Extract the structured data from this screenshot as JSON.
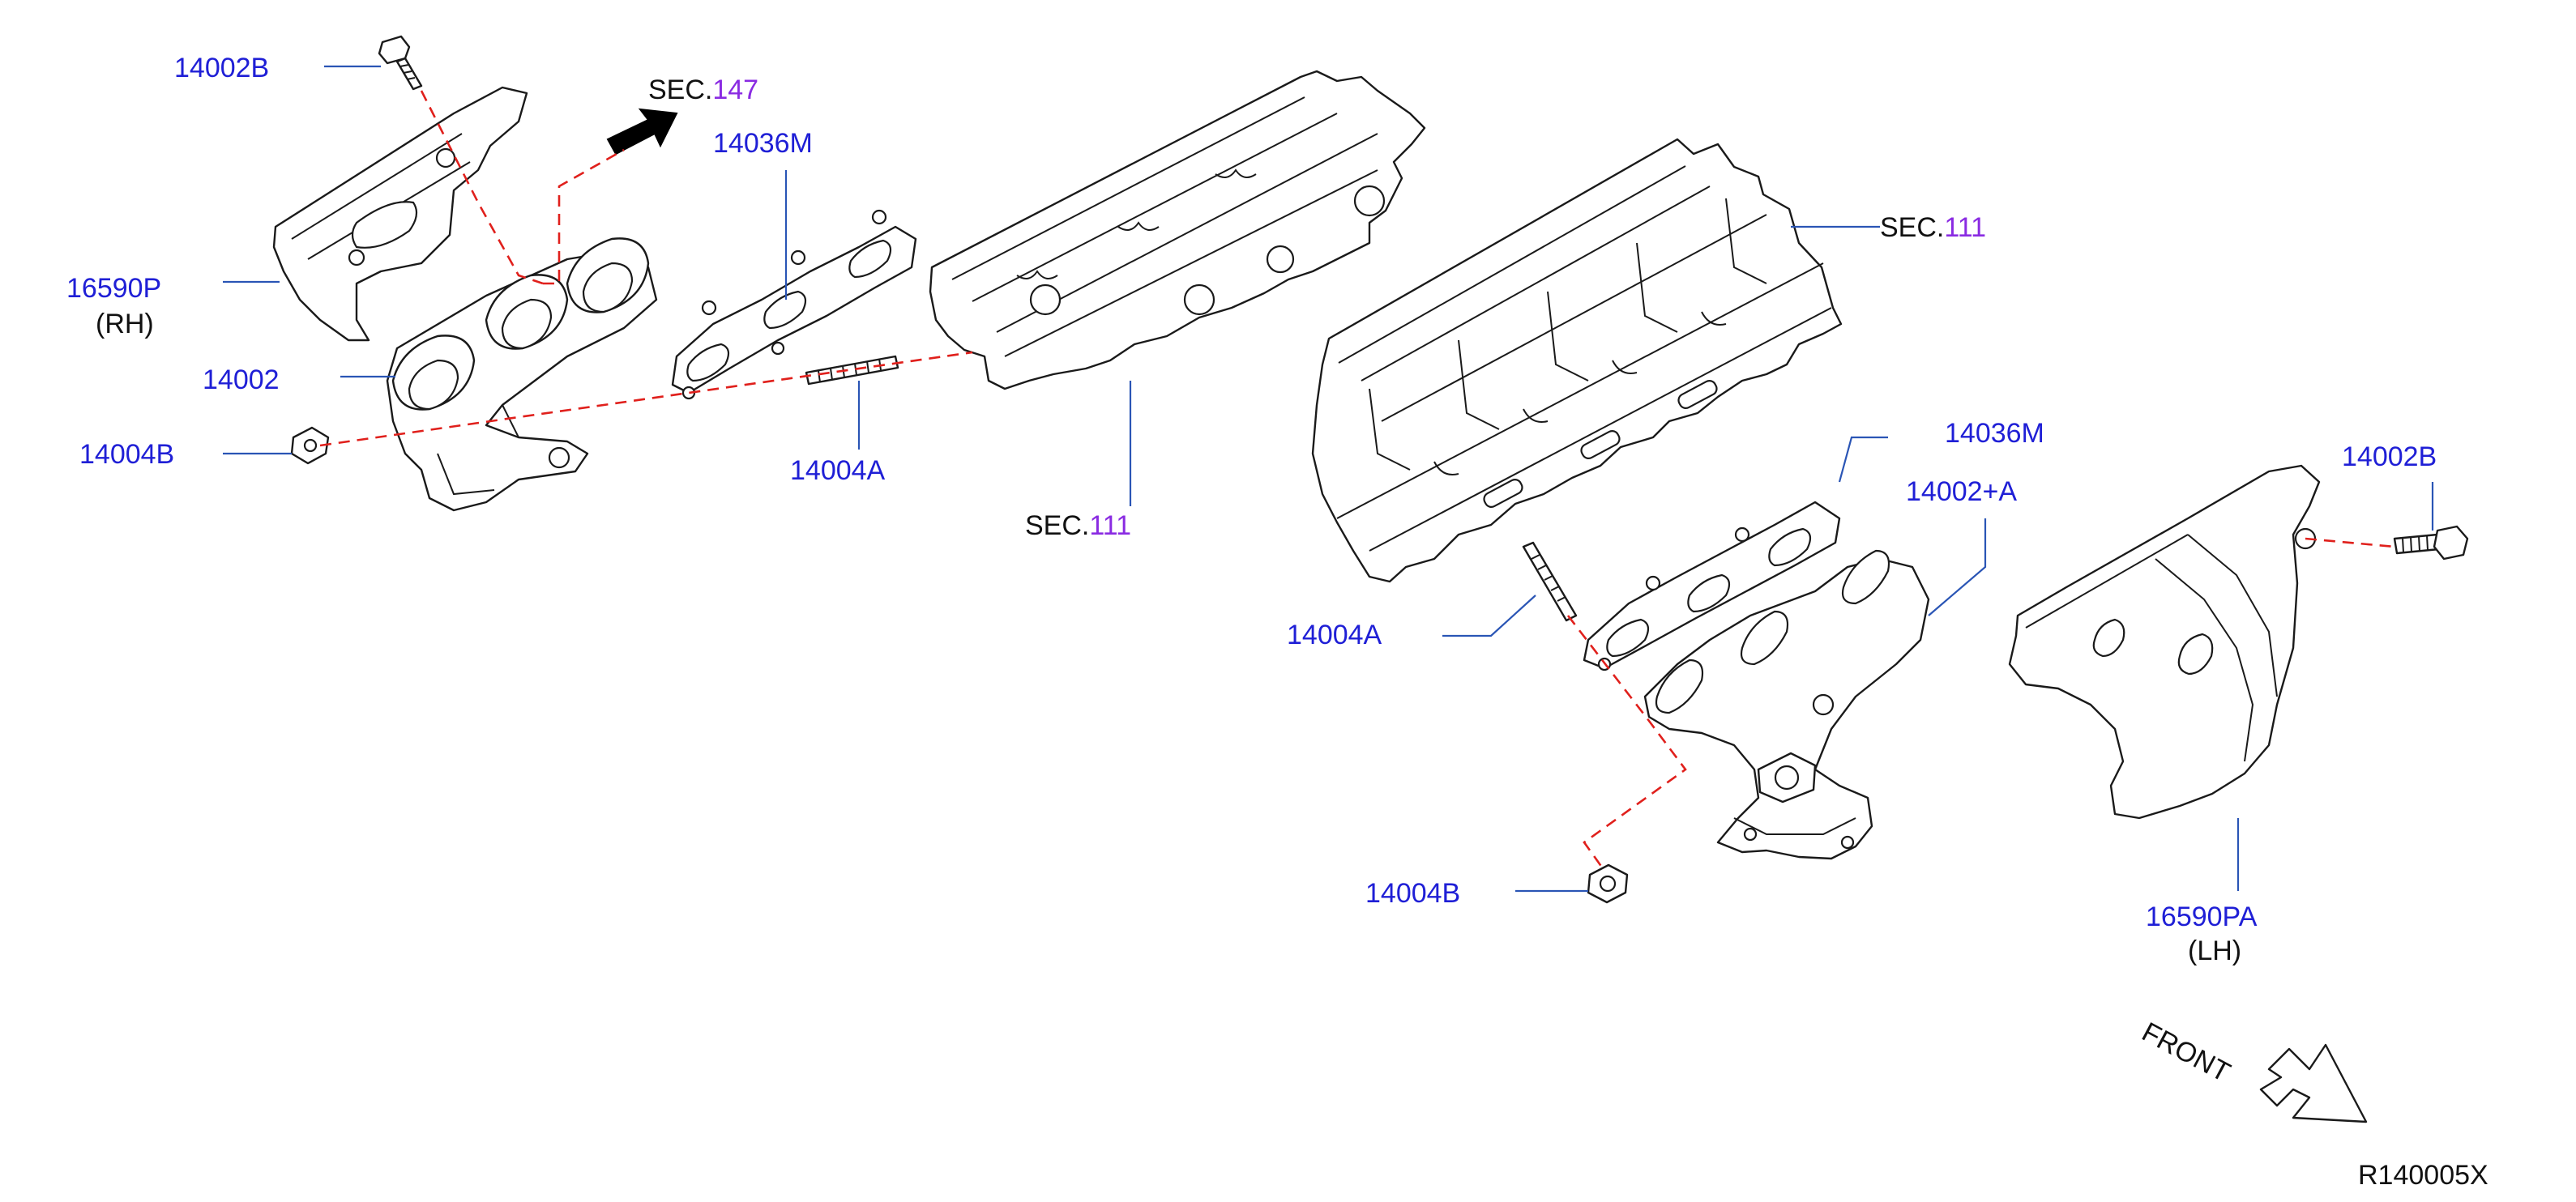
{
  "colors": {
    "label": "#1f1fd6",
    "text": "#111111",
    "section_number": "#8a2be2",
    "leader": "#2a55b5",
    "assembly_line": "#e0201c"
  },
  "labels": {
    "heat_insulator_bolt_rh": "14002B",
    "heat_insulator_rh": "16590P",
    "heat_insulator_rh_side": "(RH)",
    "manifold_rh": "14002",
    "nut_rh": "14004B",
    "gasket_rh": "14036M",
    "stud_rh": "14004A",
    "gasket_lh": "14036M",
    "manifold_lh": "14002+A",
    "heat_insulator_bolt_lh": "14002B",
    "stud_lh": "14004A",
    "nut_lh": "14004B",
    "heat_insulator_lh": "16590PA",
    "heat_insulator_lh_side": "(LH)"
  },
  "sections": {
    "exhaust_ref": {
      "prefix": "SEC.",
      "number": "147"
    },
    "head_rh_ref": {
      "prefix": "SEC.",
      "number": "111"
    },
    "head_lh_ref": {
      "prefix": "SEC.",
      "number": "111"
    }
  },
  "front_label": "FRONT",
  "diagram_code": "R140005X"
}
